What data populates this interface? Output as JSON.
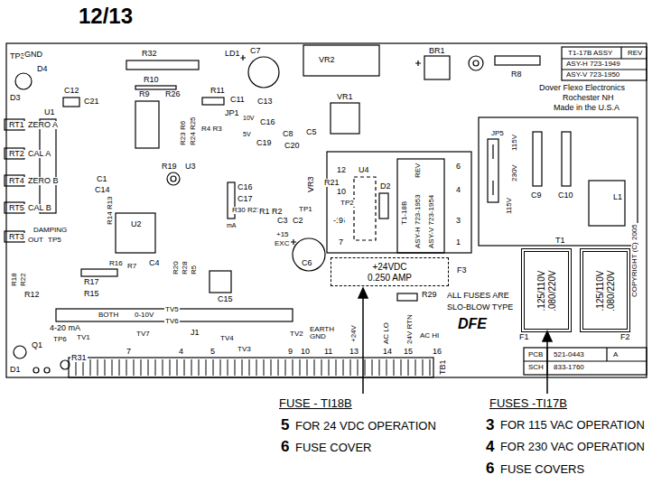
{
  "diagram": {
    "title": "12/13",
    "nodes": [
      {
        "text": [
          "+24VDC 0.250 AMP",
          "F3"
        ]
      },
      {
        "text": [
          ".125/110V .080/220V",
          "F1"
        ]
      },
      {
        "text": [
          ".125/110V .080/220V",
          "F2"
        ]
      }
    ],
    "labels": [
      "TP3",
      "GND",
      "D4",
      "D3",
      "U1",
      "C12",
      "C21",
      "R32",
      "R10",
      "R9",
      "R26",
      "R11",
      "LD1",
      "C7",
      "C11",
      "C13",
      "VR2",
      "VR1",
      "BR1",
      "R8",
      "T1-17B ASSY",
      "REV",
      "ASY-H 723-1949",
      "ASY-V 723-1950",
      "Dover Flexo Electronics",
      "Rochester NH",
      "Made in the U.S.A",
      "RT1",
      "ZERO A",
      "RT2",
      "CAL A",
      "RT4",
      "ZERO B",
      "RT5",
      "CAL B",
      "RT3",
      "DAMPING",
      "OUT",
      "TP5",
      "JP1",
      "10V",
      "5V",
      "R23 R6",
      "R24 R25",
      "R4 R3",
      "C16",
      "C19",
      "C8",
      "C20",
      "C5",
      "C1",
      "C14",
      "R14 R13",
      "R19",
      "U3",
      "C16",
      "C17",
      "R30 R27",
      "VR3",
      "R21",
      "TP2",
      "C3",
      "C2",
      "TP1",
      "R1 R2",
      "-15",
      "+15",
      "EXC",
      "C6",
      "U2",
      "R16",
      "R7",
      "C4",
      "R20",
      "R28",
      "R5",
      "mA",
      "R18",
      "R22",
      "R12",
      "R17",
      "R15",
      "C15",
      "BOTH",
      "0-10V",
      "4-20 mA",
      "TP6",
      "Q1",
      "R31",
      "D1",
      "TV1",
      "TV7",
      "TV6",
      "TV5",
      "J1",
      "TV4",
      "TV3",
      "TV2",
      "7",
      "4",
      "5",
      "9",
      "10",
      "11",
      "EARTH GND",
      "+24V",
      "13",
      "AC LO",
      "14",
      "24V RTN",
      "15",
      "AC HI",
      "16",
      "TB1",
      "U4",
      "12",
      "10",
      "9",
      "7",
      "D2",
      "REV",
      "T1-18B",
      "ASY-H 723-1953",
      "ASY-V 723-1954",
      "6",
      "4",
      "3",
      "1",
      "JP5",
      "115V",
      "230V",
      "115V",
      "C9",
      "C10",
      "L1",
      "T1",
      "COPYRIGHT (C) 2005",
      "R29",
      "ALL FUSES ARE",
      "SLO-BLOW TYPE",
      "DFE",
      "PCB",
      "521-0443",
      "A",
      "SCH",
      "833-1760",
      "FUSE - TI18B",
      "5",
      "FOR 24 VDC OPERATION",
      "6",
      "FUSE COVER",
      "FUSES -TI17B",
      "3",
      "FOR 115 VAC OPERATION",
      "4",
      "FOR 230 VAC OPERATION",
      "6",
      "FUSE COVERS"
    ]
  }
}
